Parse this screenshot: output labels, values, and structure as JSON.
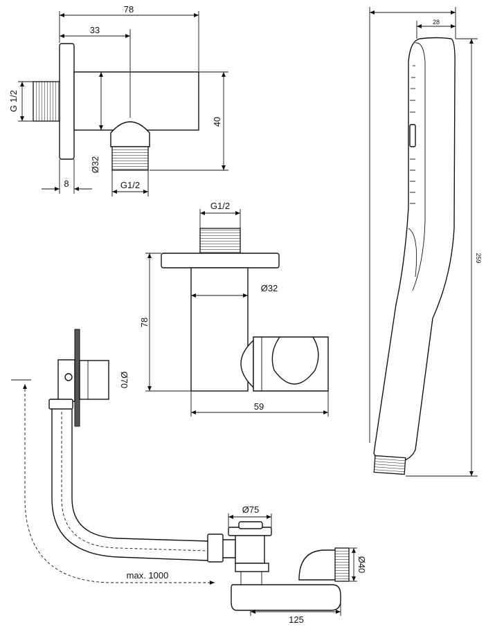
{
  "elbow": {
    "width_overall": "78",
    "offset": "33",
    "thread_left": "G 1/2",
    "height": "40",
    "diameter": "Ø32",
    "plate_thickness": "8",
    "thread_bottom": "G1/2"
  },
  "holder": {
    "thread_top": "G1/2",
    "diameter": "Ø32",
    "height": "78",
    "depth": "59"
  },
  "hand_shower": {
    "head_width": "28",
    "length": "259"
  },
  "waste": {
    "overflow_diameter": "Ø70",
    "plug_diameter": "Ø75",
    "outlet_diameter": "Ø40",
    "cable_length": "max. 1000",
    "trap_length": "125"
  }
}
